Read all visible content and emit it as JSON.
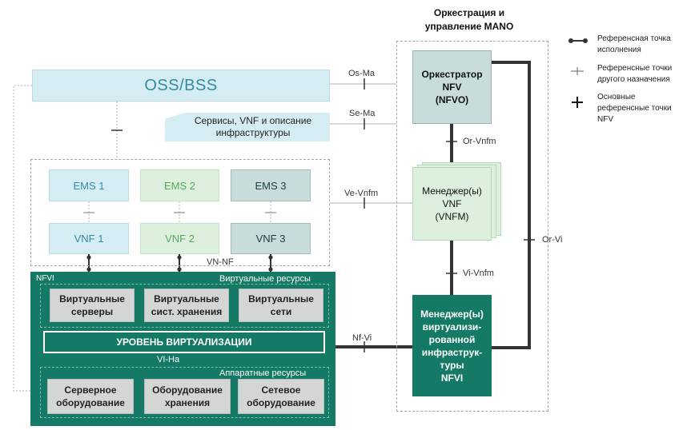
{
  "mano": {
    "title_line1": "Оркестрация и",
    "title_line2": "управление MANO"
  },
  "legend": [
    {
      "icon": "dot-line-icon",
      "line1": "Референсная точка",
      "line2": "исполнения",
      "line3": ""
    },
    {
      "icon": "thin-cross-icon",
      "line1": "Референсные точки",
      "line2": "другого назначения",
      "line3": ""
    },
    {
      "icon": "thick-cross-icon",
      "line1": "Основные",
      "line2": "референсные точки",
      "line3": "NFV"
    }
  ],
  "oss": {
    "label": "OSS/BSS"
  },
  "services": {
    "line1": "Сервисы, VNF и описание",
    "line2": "инфраструктуры"
  },
  "ems": [
    "EMS 1",
    "EMS 2",
    "EMS 3"
  ],
  "vnf": [
    "VNF 1",
    "VNF 2",
    "VNF 3"
  ],
  "nfvi": {
    "title": "NFVI",
    "virtual_title": "Виртуальные ресурсы",
    "virtual": [
      {
        "line1": "Виртуальные",
        "line2": "серверы"
      },
      {
        "line1": "Виртуальные",
        "line2": "сист. хранения"
      },
      {
        "line1": "Виртуальные",
        "line2": "сети"
      }
    ],
    "virt_layer": "УРОВЕНЬ ВИРТУАЛИЗАЦИИ",
    "hardware_title": "Аппаратные ресурсы",
    "hardware": [
      {
        "line1": "Серверное",
        "line2": "оборудование"
      },
      {
        "line1": "Оборудование",
        "line2": "хранения"
      },
      {
        "line1": "Сетевое",
        "line2": "оборудование"
      }
    ]
  },
  "nfvo": {
    "line1": "Оркестратор",
    "line2": "NFV",
    "line3": "(NFVO)"
  },
  "vnfm": {
    "line1": "Менеджер(ы)",
    "line2": "VNF",
    "line3": "(VNFM)"
  },
  "vim": {
    "lines": [
      "Менеджер(ы)",
      "виртуализи-",
      "рованной",
      "инфраструк-",
      "туры",
      "NFVI"
    ]
  },
  "ref_points": {
    "os_ma": "Os-Ma",
    "se_ma": "Se-Ma",
    "or_vnfm": "Or-Vnfm",
    "ve_vnfm": "Ve-Vnfm",
    "vn_nf": "VN-NF",
    "or_vi": "Or-Vi",
    "vi_vnfm": "Vi-Vnfm",
    "nf_vi": "Nf-Vi",
    "vi_ha": "VI-Ha"
  },
  "colors": {
    "teal_dark": "#157a65",
    "light_blue": "#d6ecf3",
    "light_green": "#dcf0dd",
    "grey_teal": "#c8dcdb",
    "line_dark": "#333333"
  }
}
